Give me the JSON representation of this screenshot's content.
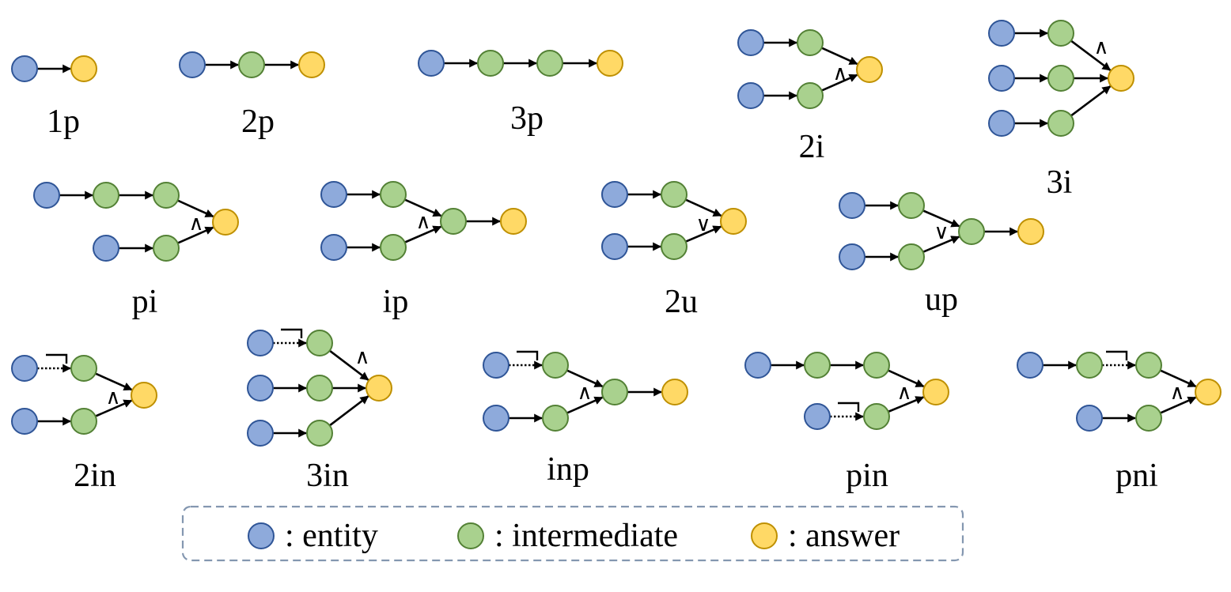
{
  "queries": [
    {
      "label": "1p"
    },
    {
      "label": "2p"
    },
    {
      "label": "3p"
    },
    {
      "label": "2i"
    },
    {
      "label": "3i"
    },
    {
      "label": "pi"
    },
    {
      "label": "ip"
    },
    {
      "label": "2u"
    },
    {
      "label": "up"
    },
    {
      "label": "2in"
    },
    {
      "label": "3in"
    },
    {
      "label": "inp"
    },
    {
      "label": "pin"
    },
    {
      "label": "pni"
    }
  ],
  "operators": {
    "and": "∧",
    "or": "∨"
  },
  "legend": {
    "entity": ": entity",
    "intermediate": ": intermediate",
    "answer": ": answer"
  },
  "colors": {
    "entity_fill": "#8eaadb",
    "intermediate_fill": "#a9d18e",
    "answer_fill": "#ffd966"
  }
}
